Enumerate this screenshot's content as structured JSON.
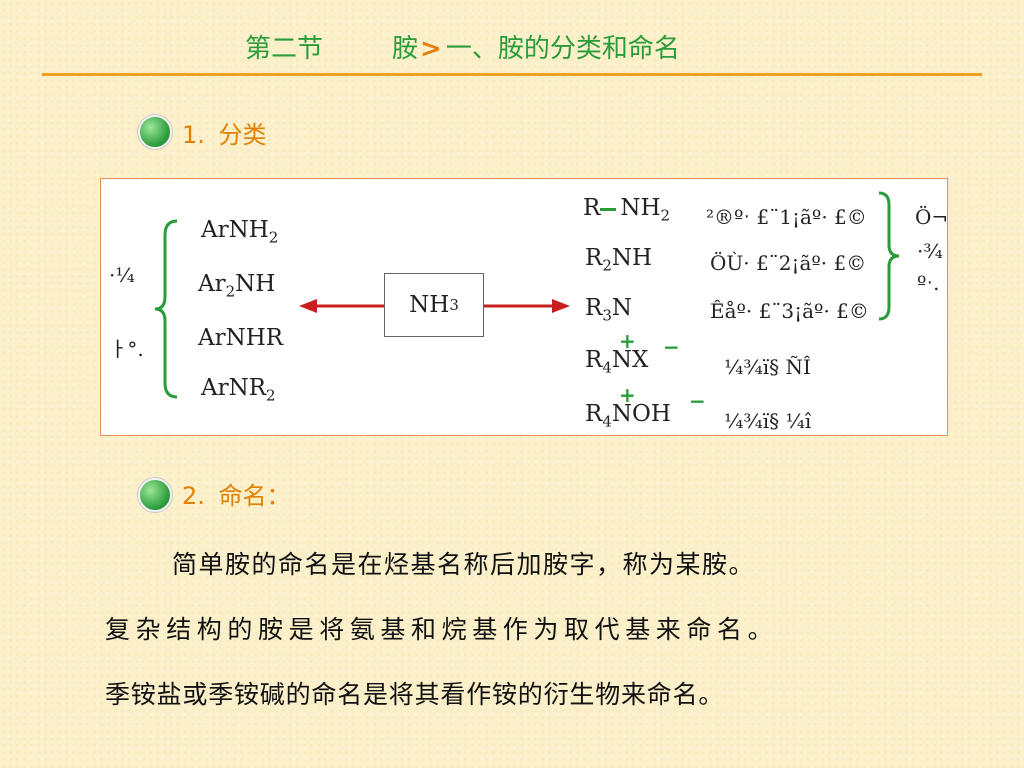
{
  "header": {
    "title_left": "第二节",
    "title_topic": "胺",
    "title_sep": ">",
    "title_sub": "一、胺的分类和命名"
  },
  "sections": {
    "classification": {
      "number": "1.",
      "title": "分类"
    },
    "naming": {
      "number": "2.",
      "title": "命名："
    }
  },
  "diagram": {
    "left_label_line1": "·¼",
    "left_label_line2": "ￂ°.",
    "aryl_amines": [
      {
        "base": "ArNH",
        "sub": "2",
        "tail": ""
      },
      {
        "base": "Ar",
        "sub": "2",
        "tail": "NH"
      },
      {
        "base": "ArNHR",
        "sub": "",
        "tail": ""
      },
      {
        "base": "ArNR",
        "sub": "2",
        "tail": ""
      }
    ],
    "center": {
      "base": "NH",
      "sub": "3"
    },
    "alkyl_amines": [
      {
        "pre": "R",
        "pre_sub": "",
        "base": "NH",
        "sub": "2",
        "tail": "",
        "charge_plus": "",
        "charge_minus": "",
        "desc": "²®ºˑ £¨1¡ãº· £©"
      },
      {
        "pre": "R",
        "pre_sub": "2",
        "base": "NH",
        "sub": "",
        "tail": "",
        "charge_plus": "",
        "charge_minus": "",
        "desc": "ÖÙ· £¨2¡ãº· £©"
      },
      {
        "pre": "R",
        "pre_sub": "3",
        "base": "N",
        "sub": "",
        "tail": "",
        "charge_plus": "",
        "charge_minus": "",
        "desc": "Êåº· £¨3¡ãº· £©"
      },
      {
        "pre": "R",
        "pre_sub": "4",
        "base": "NX",
        "sub": "",
        "tail": "",
        "charge_plus": "+",
        "charge_minus": "−",
        "desc": "¼¾ï§ ÑÎ"
      },
      {
        "pre": "R",
        "pre_sub": "4",
        "base": "NOH",
        "sub": "",
        "tail": "",
        "charge_plus": "+",
        "charge_minus": "−",
        "desc": "¼¾ï§ ¼î"
      }
    ],
    "right_label_line1": "Ö¬",
    "right_label_line2": "·¾",
    "right_label_line3": "ºˑ."
  },
  "paragraphs": [
    "简单胺的命名是在烃基名称后加胺字，称为某胺。",
    "复杂结构的胺是将氨基和烷基作为取代基来命名。",
    "季铵盐或季铵碱的命名是将其看作铵的衍生物来命名。"
  ]
}
